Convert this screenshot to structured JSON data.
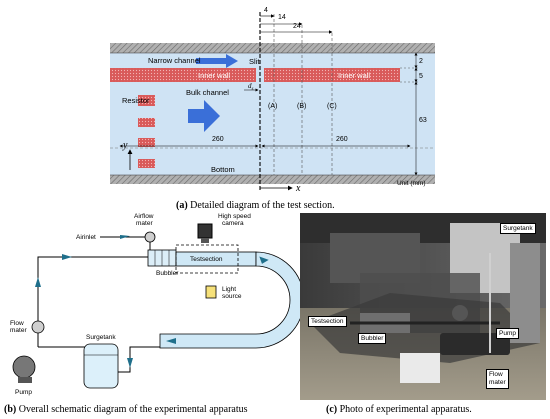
{
  "panel_a": {
    "dims": {
      "d4": "4",
      "d14": "14",
      "d24": "24",
      "d2": "2",
      "d5": "5",
      "d63": "63",
      "left260": "260",
      "right260": "260",
      "ds": "d",
      "ds_sub": "s"
    },
    "labels": {
      "narrow_channel": "Narrow channel",
      "slit": "Slit",
      "inner_wall_left": "Inner wall",
      "inner_wall_right": "Inner wall",
      "bulk_channel": "Bulk channel",
      "resistor": "Resistor",
      "bottom": "Bottom",
      "unit": "Unit (mm)",
      "loc_a": "(A)",
      "loc_b": "(B)",
      "loc_c": "(C)",
      "axis_x": "x",
      "axis_y": "y"
    },
    "caption": {
      "tag": "(a)",
      "text": " Detailed diagram of the test section."
    }
  },
  "panel_b": {
    "labels": {
      "airflow_meter": "Airflow\nmater",
      "air_inlet": "Airinlet",
      "high_speed_camera": "High speed\ncamera",
      "test_section": "Testsection",
      "bubbler": "Bubbler",
      "light_source": "Light\nsource",
      "flow_meter": "Flow\nmater",
      "surge_tank": "Surgetank",
      "pump": "Pump"
    },
    "caption": {
      "tag": "(b)",
      "text": " Overall schematic diagram of the experimental apparatus"
    }
  },
  "panel_c": {
    "labels": {
      "surge_tank": "Surgetank",
      "test_section": "Testsection",
      "bubbler": "Bubbler",
      "pump": "Pump",
      "flow_meter": "Flow\nmater"
    },
    "caption": {
      "tag": "(c)",
      "text": " Photo of experimental apparatus."
    }
  },
  "colors": {
    "water": "#cfe3f4",
    "wall_red": "#d95a5a",
    "flow_blue": "#3a6fd8",
    "pipe_teal": "#1f6f8b",
    "hatch_gray": "#8c8c8c"
  }
}
